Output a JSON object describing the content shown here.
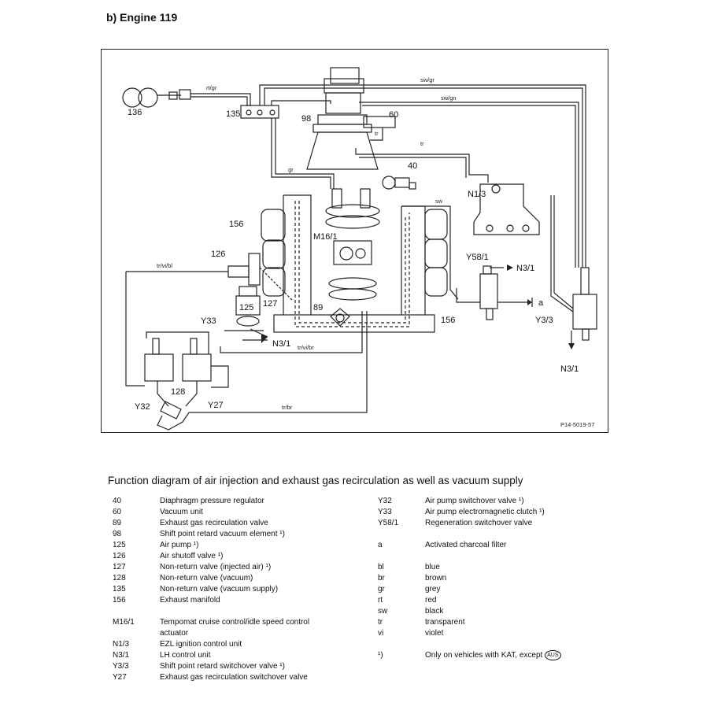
{
  "heading": "b)  Engine 119",
  "figure_code": "P14-5019-57",
  "caption": "Function diagram of air injection and exhaust gas recirculation as well as vacuum supply",
  "diagram_labels": {
    "l136": "136",
    "l135": "135",
    "l98": "98",
    "l60": "60",
    "l40": "40",
    "lN13": "N1/3",
    "l156a": "156",
    "l156b": "156",
    "lM161": "M16/1",
    "l126": "126",
    "l125": "125",
    "l127": "127",
    "l89": "89",
    "lY33": "Y33",
    "lN31a": "N3/1",
    "lY581": "Y58/1",
    "lN31b": "N3/1",
    "la": "a",
    "lY33b": "Y3/3",
    "lN31c": "N3/1",
    "lY32": "Y32",
    "l128": "128",
    "lY27": "Y27"
  },
  "line_labels": {
    "rtgr": "rt/gr",
    "swgr": "sw/gr",
    "swgn": "sw/gn",
    "tr1": "tr",
    "tr2": "tr",
    "gr": "gr",
    "sw": "sw",
    "trvibl": "tr/vi/bl",
    "trvibr": "tr/vi/br",
    "trbr": "tr/br"
  },
  "legend_left": [
    {
      "key": "40",
      "text": "Diaphragm pressure regulator"
    },
    {
      "key": "60",
      "text": "Vacuum unit"
    },
    {
      "key": "89",
      "text": "Exhaust gas recirculation valve"
    },
    {
      "key": "98",
      "text": "Shift point retard vacuum element ¹)"
    },
    {
      "key": "125",
      "text": "Air pump ¹)"
    },
    {
      "key": "126",
      "text": "Air shutoff valve ¹)"
    },
    {
      "key": "127",
      "text": "Non-return valve (injected air) ¹)"
    },
    {
      "key": "128",
      "text": "Non-return valve (vacuum)"
    },
    {
      "key": "135",
      "text": "Non-return valve (vacuum supply)"
    },
    {
      "key": "156",
      "text": "Exhaust manifold"
    },
    {
      "key": "",
      "text": ""
    },
    {
      "key": "M16/1",
      "text": "Tempomat cruise control/idle speed control"
    },
    {
      "key": "",
      "text": "actuator"
    },
    {
      "key": "N1/3",
      "text": "EZL ignition control unit"
    },
    {
      "key": "N3/1",
      "text": "LH control unit"
    },
    {
      "key": "Y3/3",
      "text": "Shift point retard switchover valve ¹)"
    },
    {
      "key": "Y27",
      "text": "Exhaust gas recirculation switchover valve"
    }
  ],
  "legend_right": [
    {
      "key": "Y32",
      "text": "Air pump switchover valve ¹)"
    },
    {
      "key": "Y33",
      "text": "Air pump electromagnetic clutch ¹)"
    },
    {
      "key": "Y58/1",
      "text": "Regeneration switchover valve"
    },
    {
      "key": "",
      "text": ""
    },
    {
      "key": "a",
      "text": "Activated charcoal filter"
    },
    {
      "key": "",
      "text": ""
    },
    {
      "key": "bl",
      "text": "blue"
    },
    {
      "key": "br",
      "text": "brown"
    },
    {
      "key": "gr",
      "text": "grey"
    },
    {
      "key": "rt",
      "text": "red"
    },
    {
      "key": "sw",
      "text": "black"
    },
    {
      "key": "tr",
      "text": "transparent"
    },
    {
      "key": "vi",
      "text": "violet"
    },
    {
      "key": "",
      "text": ""
    },
    {
      "key": "¹)",
      "text": "Only on vehicles with KAT, except"
    }
  ],
  "aus_badge": "AUS"
}
